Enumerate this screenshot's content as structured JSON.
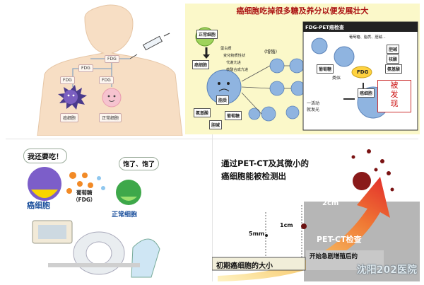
{
  "tl_panel": {
    "fdg_labels": [
      "FDG",
      "FDG",
      "FDG",
      "FDG"
    ],
    "cancer_label": "癌细胞",
    "normal_label": "正常细胞"
  },
  "tr_panel": {
    "title": "癌细胞吃掉很多糖及养分以便发展壮大",
    "normal_cell_label": "正常细胞",
    "cancer_cell_label": "癌细胞",
    "notes": [
      "蛋白质",
      "变化物质性状",
      "代谢亢进",
      "核酸合成亢进"
    ],
    "proliferation_label": "(增殖)",
    "amino_label": "氨基酸",
    "glucose_label": "葡萄糖",
    "choline_label": "胆碱",
    "lipid_label": "脂质",
    "fdg_check_title": "FDG-PET癌检查",
    "fdg_note": "葡萄糖、脂质、胆碱...",
    "fdg_right_labels": [
      "胆碱",
      "核酸",
      "氨基酸"
    ],
    "glucose2": "葡萄糖",
    "similar": "类似",
    "fdg": "FDG",
    "cancer_cell2": "癌细胞",
    "one_activity": "一活动",
    "then_light": "就发光",
    "found_line1": "被",
    "found_line2": "发",
    "found_line3": "现"
  },
  "bl_panel": {
    "hungry_bubble": "我还要吃！",
    "full_bubble": "饱了、饱了",
    "cancer_label": "癌细胞",
    "glucose_line1": "葡萄糖",
    "glucose_line2": "（FDG）",
    "normal_label": "正常细胞"
  },
  "br_panel": {
    "title_line1": "通过PET-CT及其微小的",
    "title_line2": "癌细胞能被检测出",
    "size_2cm": "2cm",
    "size_1cm": "1cm",
    "size_5mm": "5mm",
    "petct": "PET-CT检查",
    "early_size": "初期癌细胞的大小",
    "partial_text": "开始急剧增殖后的"
  },
  "watermark": "沈阳202医院",
  "colors": {
    "tr_bg": "#fbf8c9",
    "cancer_cell": "#8fb4e0",
    "arrow_red": "#e8433c",
    "arrow_orange": "#f5a040",
    "gray_area": "#b6b6b6"
  }
}
